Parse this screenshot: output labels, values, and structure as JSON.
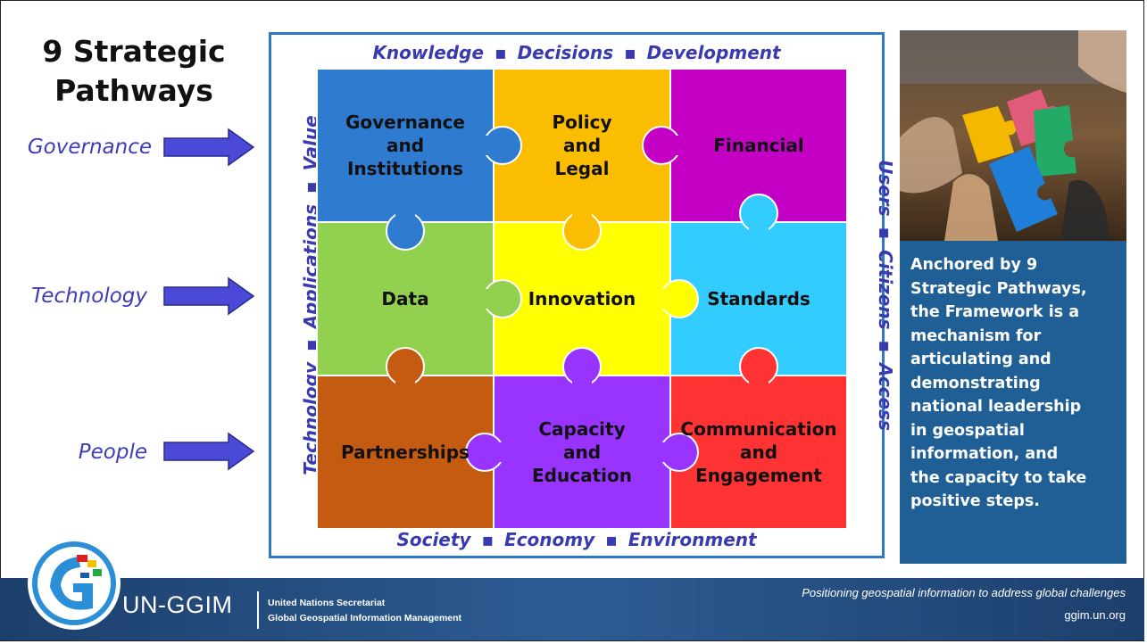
{
  "title": {
    "line1": "9 Strategic",
    "line2": "Pathways"
  },
  "side_labels": [
    "Governance",
    "Technology",
    "People"
  ],
  "board": {
    "top_words": [
      "Knowledge",
      "Decisions",
      "Development"
    ],
    "bottom_words": [
      "Society",
      "Economy",
      "Environment"
    ],
    "left_words": [
      "Technology",
      "Applications",
      "Value"
    ],
    "right_words": [
      "Users",
      "Citizens",
      "Access"
    ],
    "separator": "▪"
  },
  "pieces": [
    {
      "lines": [
        "Governance",
        "and",
        "Institutions"
      ],
      "color": "#2e7bd0"
    },
    {
      "lines": [
        "Policy",
        "and",
        "Legal"
      ],
      "color": "#fbbd00"
    },
    {
      "lines": [
        "Financial"
      ],
      "color": "#c400c4"
    },
    {
      "lines": [
        "Data"
      ],
      "color": "#92d050"
    },
    {
      "lines": [
        "Innovation"
      ],
      "color": "#ffff00"
    },
    {
      "lines": [
        "Standards"
      ],
      "color": "#33ccff"
    },
    {
      "lines": [
        "Partnerships"
      ],
      "color": "#c55a11"
    },
    {
      "lines": [
        "Capacity",
        "and",
        "Education"
      ],
      "color": "#9933ff"
    },
    {
      "lines": [
        "Communication",
        "and",
        "Engagement"
      ],
      "color": "#ff3333"
    }
  ],
  "info_box": {
    "lines": [
      "Anchored by 9",
      "Strategic Pathways,",
      "the Framework is a",
      "mechanism for",
      "articulating and",
      "demonstrating",
      "national leadership",
      "in geospatial",
      "information, and",
      "the capacity to take",
      "positive steps."
    ]
  },
  "footer": {
    "logo_text": "UN-GGIM",
    "org_line1": "United Nations Secretariat",
    "org_line2": "Global Geospatial Information Management",
    "tagline": "Positioning geospatial information to address global challenges",
    "url": "ggim.un.org"
  },
  "colors": {
    "arrow": "#4a4ad6",
    "board_border": "#2b79c8",
    "info_bg": "#1f5f95",
    "footer_bg": "#244c80"
  }
}
